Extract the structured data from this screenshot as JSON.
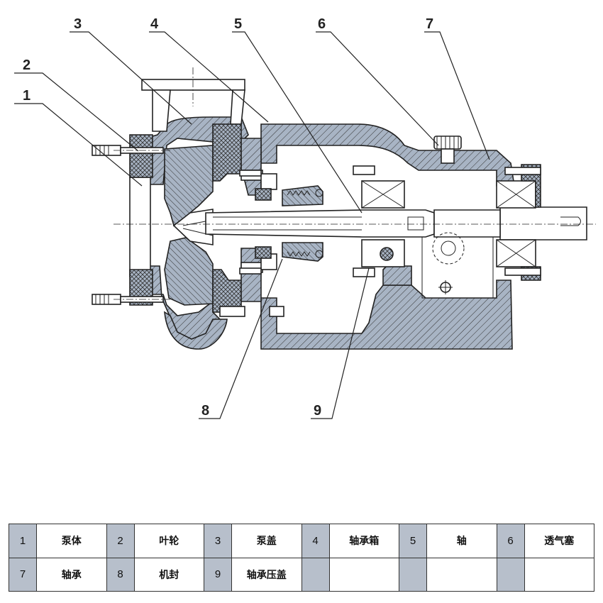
{
  "callouts": [
    {
      "id": "1"
    },
    {
      "id": "2"
    },
    {
      "id": "3"
    },
    {
      "id": "4"
    },
    {
      "id": "5"
    },
    {
      "id": "6"
    },
    {
      "id": "7"
    },
    {
      "id": "8"
    },
    {
      "id": "9"
    }
  ],
  "colors": {
    "hatch_fill": "#a8b4c4",
    "table_number_cell": "#b7bfcb",
    "line": "#222222"
  },
  "parts_table": {
    "rows": [
      [
        {
          "num": "1",
          "name": "泵体"
        },
        {
          "num": "2",
          "name": "叶轮"
        },
        {
          "num": "3",
          "name": "泵盖"
        },
        {
          "num": "4",
          "name": "轴承箱"
        },
        {
          "num": "5",
          "name": "轴"
        },
        {
          "num": "6",
          "name": "透气塞"
        }
      ],
      [
        {
          "num": "7",
          "name": "轴承"
        },
        {
          "num": "8",
          "name": "机封"
        },
        {
          "num": "9",
          "name": "轴承压盖"
        },
        {
          "num": "",
          "name": ""
        },
        {
          "num": "",
          "name": ""
        },
        {
          "num": "",
          "name": ""
        }
      ]
    ]
  }
}
